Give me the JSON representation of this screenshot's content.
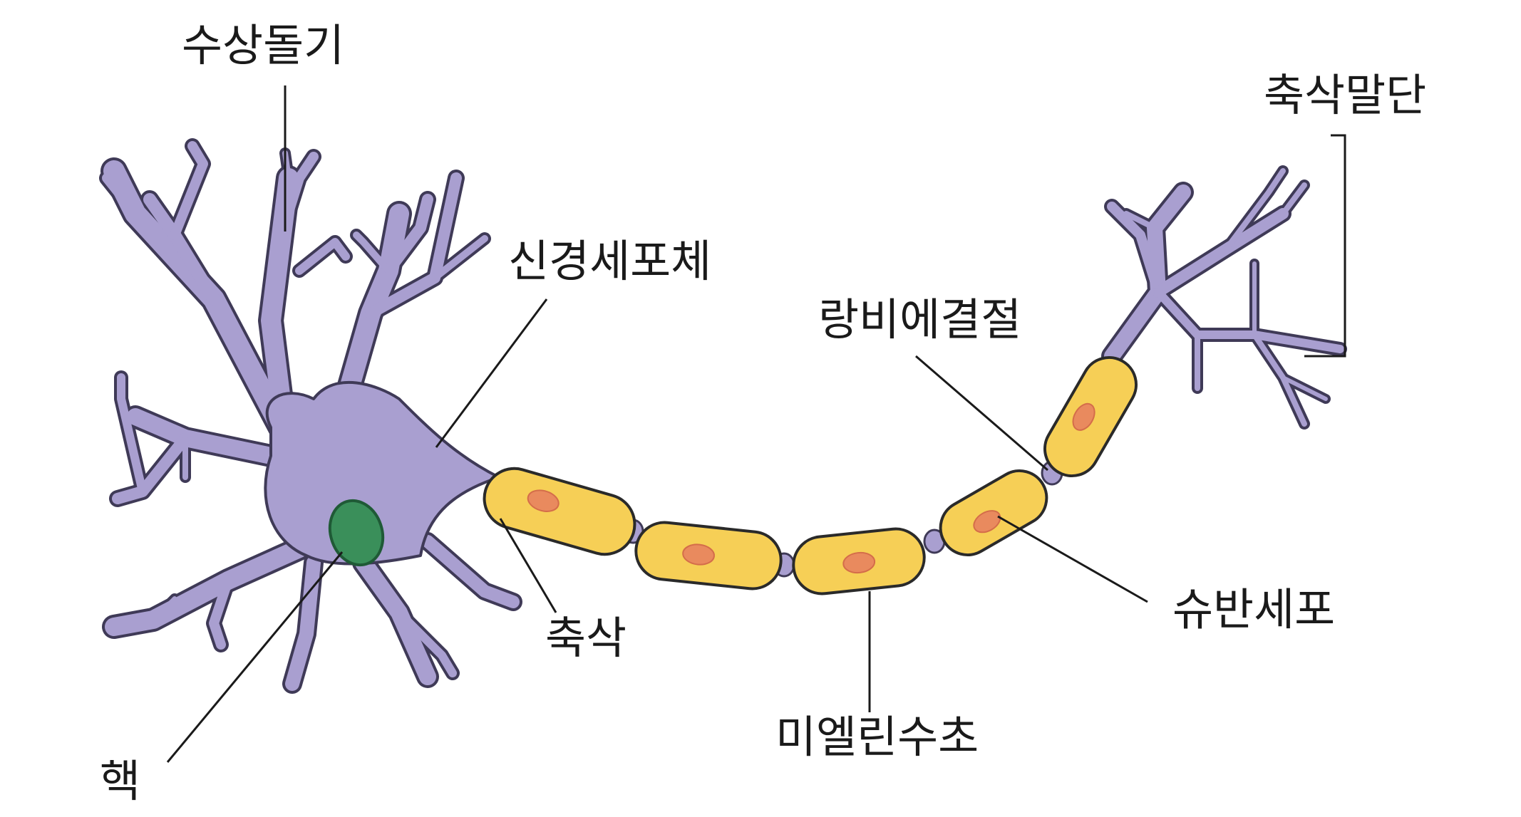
{
  "labels": {
    "dendrite": "수상돌기",
    "cell_body": "신경세포체",
    "node_of_ranvier": "랑비에결절",
    "axon_terminal": "축삭말단",
    "axon": "축삭",
    "schwann_cell": "슈반세포",
    "myelin_sheath": "미엘린수초",
    "nucleus": "핵"
  },
  "colors": {
    "neuron": "#a99fd0",
    "neuron_outline": "#3f3a57",
    "myelin": "#f6cf56",
    "schwann_nucleus": "#e98a5e",
    "nucleus": "#3a8f5a"
  }
}
